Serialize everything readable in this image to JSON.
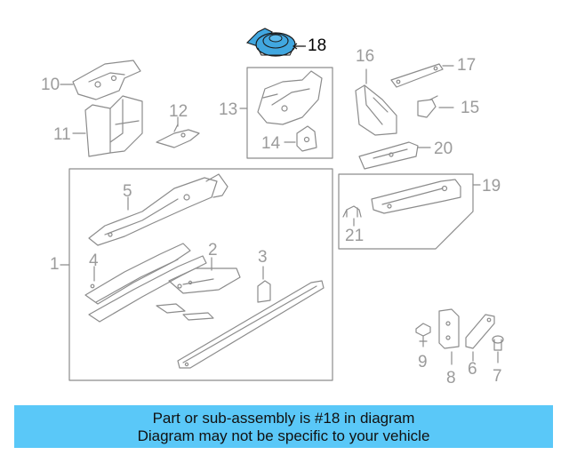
{
  "colors": {
    "line": "#8c8c8c",
    "highlight_fill": "#41a7e0",
    "banner_bg": "#5ac8f8",
    "label": "#9b9b9b"
  },
  "callouts": {
    "p1": "1",
    "p2": "2",
    "p3": "3",
    "p4": "4",
    "p5": "5",
    "p6": "6",
    "p7": "7",
    "p8": "8",
    "p9": "9",
    "p10": "10",
    "p11": "11",
    "p12": "12",
    "p13": "13",
    "p14": "14",
    "p15": "15",
    "p16": "16",
    "p17": "17",
    "p18": "18",
    "p19": "19",
    "p20": "20",
    "p21": "21"
  },
  "highlighted_part": "18",
  "banner": {
    "line1": "Part or sub-assembly is #18 in diagram",
    "line2": "Diagram may not be specific to your vehicle"
  }
}
